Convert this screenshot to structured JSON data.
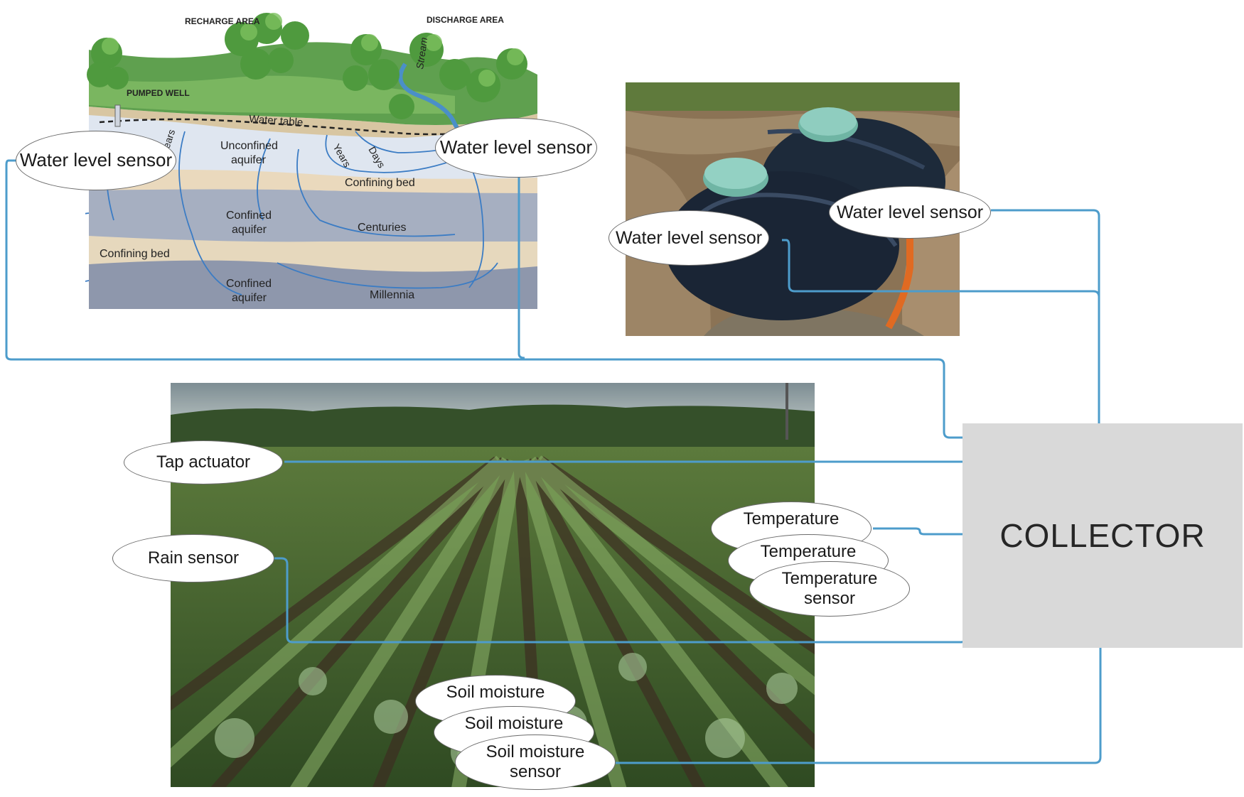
{
  "aquifer_diagram": {
    "recharge_area": "RECHARGE AREA",
    "discharge_area": "DISCHARGE AREA",
    "pumped_well": "PUMPED WELL",
    "stream": "Stream",
    "water_table": "Water table",
    "unconfined_aquifer_1": "Unconfined",
    "unconfined_aquifer_2": "aquifer",
    "years_left": "ears",
    "years": "Years",
    "days": "Days",
    "confining_bed_upper": "Confining bed",
    "confined_aquifer_upper_1": "Confined",
    "confined_aquifer_upper_2": "aquifer",
    "centuries": "Centuries",
    "confining_bed_lower": "Confining bed",
    "confined_aquifer_lower_1": "Confined",
    "confined_aquifer_lower_2": "aquifer",
    "millennia": "Millennia"
  },
  "sensors": {
    "aquifer_water_level_left": "Water level sensor",
    "aquifer_water_level_right": "Water level sensor",
    "tank_water_level_right": "Water level sensor",
    "tank_water_level_left": "Water level sensor",
    "tap_actuator": "Tap actuator",
    "rain_sensor": "Rain sensor",
    "temperature_1": "Temperature",
    "temperature_2": "Temperature",
    "temperature_3_line1": "Temperature",
    "temperature_3_line2": "sensor",
    "soil_moisture_1": "Soil moisture",
    "soil_moisture_2": "Soil moisture",
    "soil_moisture_3_line1": "Soil moisture",
    "soil_moisture_3_line2": "sensor"
  },
  "collector": {
    "label": "COLLECTOR"
  },
  "colors": {
    "wire": "#4d9ccb",
    "collector_fill": "#d9d9d9",
    "bubble_border": "#6b6b6b"
  }
}
